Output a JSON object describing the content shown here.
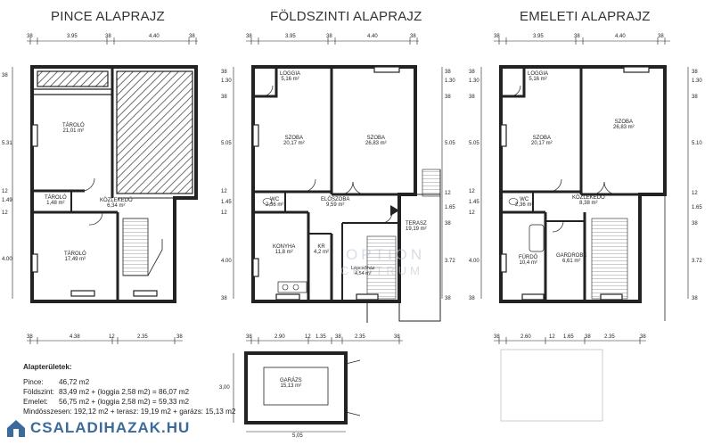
{
  "titles": {
    "pince": "PINCE ALAPRAJZ",
    "foldszint": "FÖLDSZINTI ALAPRAJZ",
    "emelet": "EMELETI ALAPRAJZ"
  },
  "pince": {
    "top_dims": [
      "38",
      "3.95",
      "38",
      "4.40",
      "38"
    ],
    "bottom_dims": [
      "38",
      "4.38",
      "12",
      "2.35",
      "38"
    ],
    "left_dims": [
      "38",
      "5.31",
      "12",
      "1.49",
      "12",
      "4.00"
    ],
    "rooms": {
      "taroló1": {
        "name": "TÁROLÓ",
        "area": "21,01 m²"
      },
      "taroló2": {
        "name": "TÁROLÓ",
        "area": "1,48 m²"
      },
      "kozlekedo": {
        "name": "KÖZLEKEDŐ",
        "area": "6,34 m²"
      },
      "taroló3": {
        "name": "TÁROLÓ",
        "area": "17,49 m²"
      }
    }
  },
  "foldszint": {
    "top_dims": [
      "38",
      "3.95",
      "38",
      "4.40",
      "38"
    ],
    "bottom_dims": [
      "38",
      "2.90",
      "12",
      "1.35",
      "38",
      "2.35",
      "38"
    ],
    "left_dims": [
      "38",
      "1.30",
      "38",
      "5.05",
      "12",
      "1.45",
      "12",
      "4.00",
      "38"
    ],
    "right_dims": [
      "38",
      "1.30",
      "38",
      "5.05",
      "12",
      "1.65",
      "38",
      "3.72",
      "38"
    ],
    "rooms": {
      "loggia": {
        "name": "LOGGIA",
        "area": "5,16 m²"
      },
      "szoba1": {
        "name": "SZOBA",
        "area": "20,17 m²"
      },
      "szoba2": {
        "name": "SZOBA",
        "area": "26,83 m²"
      },
      "wc": {
        "name": "WC",
        "area": "2,36 m²"
      },
      "eloszoba": {
        "name": "ELŐSZOBA",
        "area": "9,59 m²"
      },
      "konyha": {
        "name": "KONYHA",
        "area": "11,8 m²"
      },
      "kamra": {
        "name": "KR",
        "area": "4,2 m²"
      },
      "lepcsohaz": {
        "name": "Lépcsőház",
        "area": "4,54 m²"
      },
      "terasz": {
        "name": "TERASZ",
        "area": "19,19 m²"
      }
    },
    "garage": {
      "name": "GARÁZS",
      "area": "15,13 m²",
      "side_dim": "3,00",
      "bottom_dim": "5,05"
    }
  },
  "emelet": {
    "top_dims": [
      "38",
      "3.95",
      "38",
      "4.40",
      "38"
    ],
    "bottom_dims": [
      "38",
      "2.60",
      "12",
      "1.65",
      "38",
      "2.35",
      "38"
    ],
    "left_dims": [
      "38",
      "1.30",
      "38",
      "5.05",
      "12",
      "1.45",
      "12",
      "4.00",
      "38"
    ],
    "right_dims": [
      "38",
      "1.30",
      "38",
      "5.10",
      "12",
      "1.65",
      "38",
      "3.72",
      "38"
    ],
    "rooms": {
      "loggia": {
        "name": "LOGGIA",
        "area": "5,16 m²"
      },
      "szoba1": {
        "name": "SZOBA",
        "area": "20,17 m²"
      },
      "szoba2": {
        "name": "SZOBA",
        "area": "26,83 m²"
      },
      "wc": {
        "name": "WC",
        "area": "2,36 m²"
      },
      "kozlekedo": {
        "name": "KÖZLEKEDŐ",
        "area": "8,38 m²"
      },
      "furdo": {
        "name": "FÜRDŐ",
        "area": "10,4 m²"
      },
      "gardrobe": {
        "name": "GARDROBE",
        "area": "6,61 m²"
      }
    }
  },
  "areas": {
    "heading": "Alapterületek:",
    "pince_label": "Pince:",
    "pince_value": "46,72 m2",
    "foldszint_label": "Földszint:",
    "foldszint_value": "83,49 m2 + (loggia 2,58 m2) = 86,07 m2",
    "emelet_label": "Emelet:",
    "emelet_value": "56,75 m2 + (loggia 2,58 m2) = 59,33 m2",
    "summary": "Mindösszesen: 192,12 m2 + terasz: 19,19 m2 + garázs: 15,13 m2"
  },
  "logo": {
    "text": "CSALADIHAZAK",
    "tld": ".HU",
    "icon": "house-logo-icon",
    "accent": "#3b6b9a"
  },
  "watermark": {
    "line1": "OPTION",
    "line2": "CENTRUM"
  }
}
